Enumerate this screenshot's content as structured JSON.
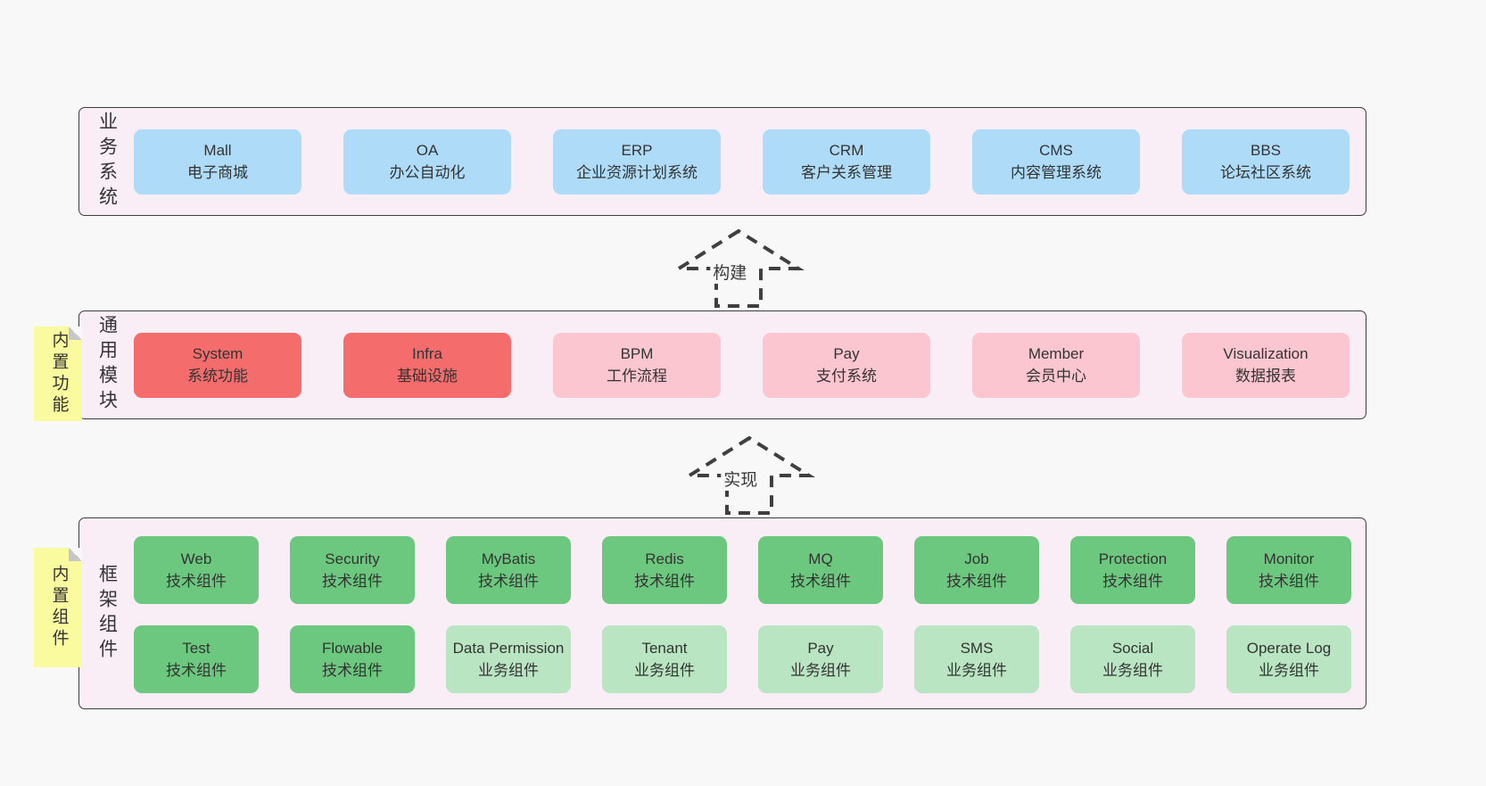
{
  "palette": {
    "page_bg": "#f8f8f8",
    "band_bg": "#f9edf6",
    "band_border": "#3c3c3c",
    "box_blue": "#aedcf8",
    "box_red": "#f56c6c",
    "box_pink": "#fbc6d0",
    "box_green": "#6cc87e",
    "box_light_green": "#b9e5c2",
    "note_yellow": "#fafa9e",
    "note_fold_gray": "#c6c6c6",
    "text": "#333333",
    "arrow_stroke": "#3f3f3f"
  },
  "arrows": [
    {
      "label": "构建"
    },
    {
      "label": "实现"
    }
  ],
  "bands": [
    {
      "label": "业务系统",
      "boxes": [
        {
          "title": "Mall",
          "subtitle": "电子商城"
        },
        {
          "title": "OA",
          "subtitle": "办公自动化"
        },
        {
          "title": "ERP",
          "subtitle": "企业资源计划系统"
        },
        {
          "title": "CRM",
          "subtitle": "客户关系管理"
        },
        {
          "title": "CMS",
          "subtitle": "内容管理系统"
        },
        {
          "title": "BBS",
          "subtitle": "论坛社区系统"
        }
      ]
    },
    {
      "label": "通用模块",
      "note": "内置功能",
      "boxes": [
        {
          "title": "System",
          "subtitle": "系统功能"
        },
        {
          "title": "Infra",
          "subtitle": "基础设施"
        },
        {
          "title": "BPM",
          "subtitle": "工作流程"
        },
        {
          "title": "Pay",
          "subtitle": "支付系统"
        },
        {
          "title": "Member",
          "subtitle": "会员中心"
        },
        {
          "title": "Visualization",
          "subtitle": "数据报表"
        }
      ]
    },
    {
      "label": "框架组件",
      "note": "内置组件",
      "rows": [
        [
          {
            "title": "Web",
            "subtitle": "技术组件"
          },
          {
            "title": "Security",
            "subtitle": "技术组件"
          },
          {
            "title": "MyBatis",
            "subtitle": "技术组件"
          },
          {
            "title": "Redis",
            "subtitle": "技术组件"
          },
          {
            "title": "MQ",
            "subtitle": "技术组件"
          },
          {
            "title": "Job",
            "subtitle": "技术组件"
          },
          {
            "title": "Protection",
            "subtitle": "技术组件"
          },
          {
            "title": "Monitor",
            "subtitle": "技术组件"
          }
        ],
        [
          {
            "title": "Test",
            "subtitle": "技术组件"
          },
          {
            "title": "Flowable",
            "subtitle": "技术组件"
          },
          {
            "title": "Data Permission",
            "subtitle": "业务组件"
          },
          {
            "title": "Tenant",
            "subtitle": "业务组件"
          },
          {
            "title": "Pay",
            "subtitle": "业务组件"
          },
          {
            "title": "SMS",
            "subtitle": "业务组件"
          },
          {
            "title": "Social",
            "subtitle": "业务组件"
          },
          {
            "title": "Operate Log",
            "subtitle": "业务组件"
          }
        ]
      ]
    }
  ]
}
